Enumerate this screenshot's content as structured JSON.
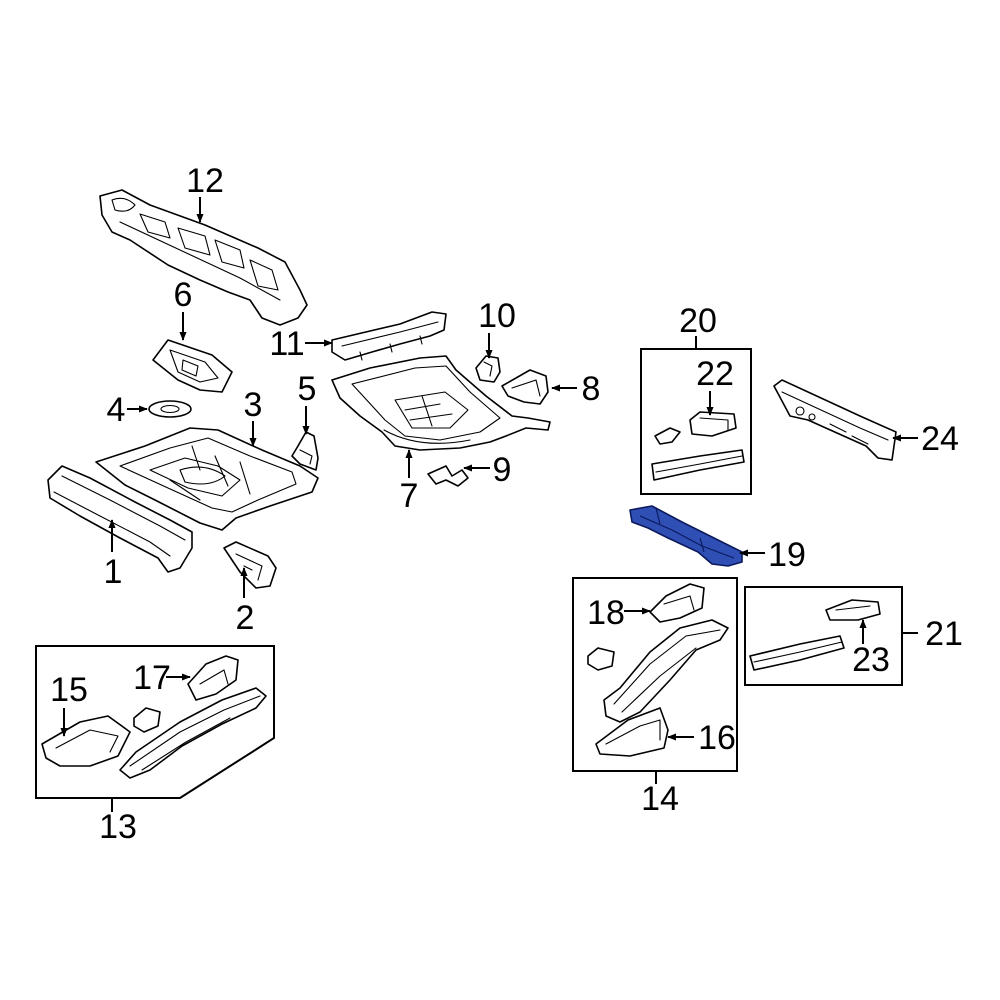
{
  "diagram": {
    "highlighted_part": "19",
    "highlight_color": "#2f4fb5",
    "callouts": {
      "c1": "1",
      "c2": "2",
      "c3": "3",
      "c4": "4",
      "c5": "5",
      "c6": "6",
      "c7": "7",
      "c8": "8",
      "c9": "9",
      "c10": "10",
      "c11": "11",
      "c12": "12",
      "c13": "13",
      "c14": "14",
      "c15": "15",
      "c16": "16",
      "c17": "17",
      "c18": "18",
      "c19": "19",
      "c20": "20",
      "c21": "21",
      "c22": "22",
      "c23": "23",
      "c24": "24"
    }
  }
}
